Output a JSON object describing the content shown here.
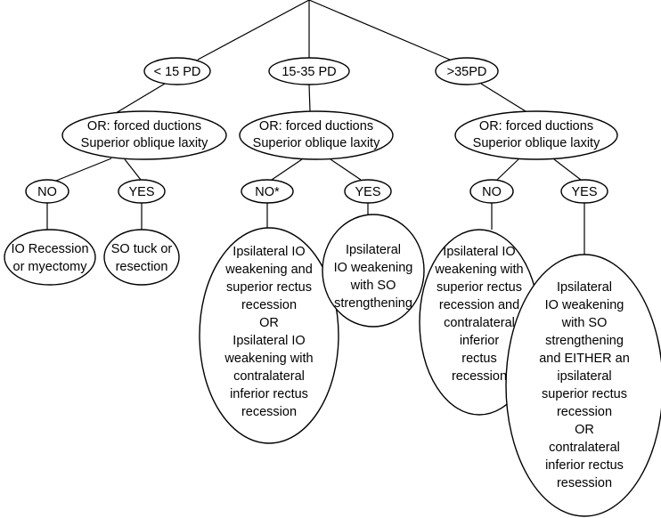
{
  "diagram": {
    "colors": {
      "stroke": "#000000",
      "fill": "#ffffff",
      "text": "#000000"
    },
    "nodes": [
      {
        "id": "n-lt15",
        "name": "node-lt15pd",
        "lines": [
          "< 15 PD"
        ]
      },
      {
        "id": "n-1535",
        "name": "node-15-35pd",
        "lines": [
          "15-35 PD"
        ]
      },
      {
        "id": "n-gt35",
        "name": "node-gt35pd",
        "lines": [
          ">35PD"
        ]
      },
      {
        "id": "n-or1",
        "name": "node-forced-ductions-left",
        "lines": [
          "OR: forced ductions",
          "Superior oblique laxity"
        ]
      },
      {
        "id": "n-or2",
        "name": "node-forced-ductions-middle",
        "lines": [
          "OR: forced ductions",
          "Superior oblique laxity"
        ]
      },
      {
        "id": "n-or3",
        "name": "node-forced-ductions-right",
        "lines": [
          "OR: forced ductions",
          "Superior oblique laxity"
        ]
      },
      {
        "id": "n-no1",
        "name": "node-no-left",
        "lines": [
          "NO"
        ]
      },
      {
        "id": "n-yes1",
        "name": "node-yes-left",
        "lines": [
          "YES"
        ]
      },
      {
        "id": "n-no2",
        "name": "node-no-middle",
        "lines": [
          "NO*"
        ]
      },
      {
        "id": "n-yes2",
        "name": "node-yes-middle",
        "lines": [
          "YES"
        ]
      },
      {
        "id": "n-no3",
        "name": "node-no-right",
        "lines": [
          "NO"
        ]
      },
      {
        "id": "n-yes3",
        "name": "node-yes-right",
        "lines": [
          "YES"
        ]
      },
      {
        "id": "n-io-rec",
        "name": "node-io-recession",
        "lines": [
          "IO Recession",
          "or myectomy"
        ]
      },
      {
        "id": "n-so-tuck",
        "name": "node-so-tuck",
        "lines": [
          "SO tuck or",
          "resection"
        ]
      },
      {
        "id": "n-mid-no",
        "name": "node-mid-no-outcome",
        "lines": [
          "Ipsilateral IO",
          "weakening and",
          "superior rectus",
          "recession",
          "OR",
          "Ipsilateral IO",
          "weakening with",
          "contralateral",
          "inferior rectus",
          "recession"
        ]
      },
      {
        "id": "n-mid-yes",
        "name": "node-mid-yes-outcome",
        "lines": [
          "Ipsilateral",
          "IO weakening",
          "with SO",
          "strengthening"
        ]
      },
      {
        "id": "n-right-no",
        "name": "node-right-no-outcome",
        "lines": [
          "Ipsilateral  IO",
          "weakening with",
          "superior rectus",
          "recession and",
          "contralateral",
          "inferior",
          "rectus",
          "recession"
        ]
      },
      {
        "id": "n-right-yes",
        "name": "node-right-yes-outcome",
        "lines": [
          "Ipsilateral",
          "IO weakening",
          "with SO",
          "strengthening",
          "and EITHER an",
          "ipsilateral",
          "superior rectus",
          "recession",
          "OR",
          "contralateral",
          "inferior rectus",
          "resession"
        ]
      }
    ],
    "edges": [
      {
        "id": "e-root-lt15",
        "from": "root",
        "to": "n-lt15"
      },
      {
        "id": "e-root-1535",
        "from": "root",
        "to": "n-1535"
      },
      {
        "id": "e-root-gt35",
        "from": "root",
        "to": "n-gt35"
      },
      {
        "id": "e-lt15-or1",
        "from": "n-lt15",
        "to": "n-or1"
      },
      {
        "id": "e-1535-or2",
        "from": "n-1535",
        "to": "n-or2"
      },
      {
        "id": "e-gt35-or3",
        "from": "n-gt35",
        "to": "n-or3"
      },
      {
        "id": "e-or1-no1",
        "from": "n-or1",
        "to": "n-no1"
      },
      {
        "id": "e-or1-yes1",
        "from": "n-or1",
        "to": "n-yes1"
      },
      {
        "id": "e-or2-no2",
        "from": "n-or2",
        "to": "n-no2"
      },
      {
        "id": "e-or2-yes2",
        "from": "n-or2",
        "to": "n-yes2"
      },
      {
        "id": "e-or3-no3",
        "from": "n-or3",
        "to": "n-no3"
      },
      {
        "id": "e-or3-yes3",
        "from": "n-or3",
        "to": "n-yes3"
      },
      {
        "id": "e-no1-out",
        "from": "n-no1",
        "to": "n-io-rec"
      },
      {
        "id": "e-yes1-out",
        "from": "n-yes1",
        "to": "n-so-tuck"
      },
      {
        "id": "e-no2-out",
        "from": "n-no2",
        "to": "n-mid-no"
      },
      {
        "id": "e-yes2-out",
        "from": "n-yes2",
        "to": "n-mid-yes"
      },
      {
        "id": "e-no3-out",
        "from": "n-no3",
        "to": "n-right-no"
      },
      {
        "id": "e-yes3-out",
        "from": "n-yes3",
        "to": "n-right-yes"
      }
    ]
  }
}
